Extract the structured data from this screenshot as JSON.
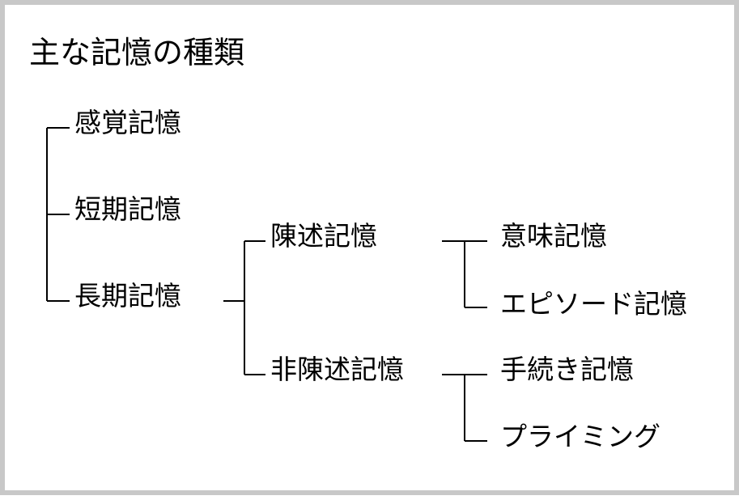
{
  "title": "主な記憶の種類",
  "nodes": {
    "sensory": "感覚記憶",
    "short_term": "短期記憶",
    "long_term": "長期記憶",
    "declarative": "陳述記憶",
    "non_declarative": "非陳述記憶",
    "semantic": "意味記憶",
    "episodic": "エピソード記憶",
    "procedural": "手続き記憶",
    "priming": "プライミング"
  }
}
